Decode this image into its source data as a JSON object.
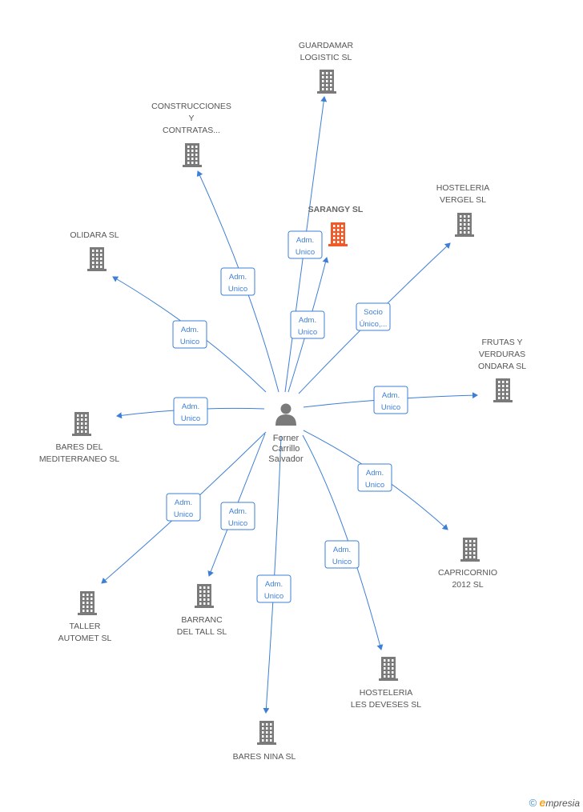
{
  "colors": {
    "edge": "#3d7fd6",
    "building": "#7a7a7a",
    "building_highlight": "#f05a28",
    "person": "#7a7a7a"
  },
  "center": {
    "icon": "person-icon",
    "label_lines": [
      "Forner",
      "Carrillo",
      "Salvador"
    ]
  },
  "nodes": [
    {
      "id": "guardamar",
      "label_lines": [
        "GUARDAMAR",
        "LOGISTIC SL"
      ],
      "icon": "building-icon",
      "highlight": false,
      "edge_label": [
        "Adm.",
        "Unico"
      ]
    },
    {
      "id": "construcciones",
      "label_lines": [
        "CONSTRUCCIONES",
        "Y",
        "CONTRATAS..."
      ],
      "icon": "building-icon",
      "highlight": false,
      "edge_label": [
        "Adm.",
        "Unico"
      ]
    },
    {
      "id": "sarangy",
      "label_lines": [
        "SARANGY SL"
      ],
      "icon": "building-icon",
      "highlight": true,
      "edge_label": [
        "Adm.",
        "Unico"
      ]
    },
    {
      "id": "hosteleria-vergel",
      "label_lines": [
        "HOSTELERIA",
        "VERGEL SL"
      ],
      "icon": "building-icon",
      "highlight": false,
      "edge_label": [
        "Socio",
        "Único,..."
      ]
    },
    {
      "id": "olidara",
      "label_lines": [
        "OLIDARA SL"
      ],
      "icon": "building-icon",
      "highlight": false,
      "edge_label": [
        "Adm.",
        "Unico"
      ]
    },
    {
      "id": "frutas",
      "label_lines": [
        "FRUTAS Y",
        "VERDURAS",
        "ONDARA SL"
      ],
      "icon": "building-icon",
      "highlight": false,
      "edge_label": [
        "Adm.",
        "Unico"
      ]
    },
    {
      "id": "bares-mediterraneo",
      "label_lines": [
        "BARES DEL",
        "MEDITERRANEO SL"
      ],
      "icon": "building-icon",
      "highlight": false,
      "edge_label": [
        "Adm.",
        "Unico"
      ]
    },
    {
      "id": "capricornio",
      "label_lines": [
        "CAPRICORNIO",
        "2012 SL"
      ],
      "icon": "building-icon",
      "highlight": false,
      "edge_label": [
        "Adm.",
        "Unico"
      ]
    },
    {
      "id": "taller",
      "label_lines": [
        "TALLER",
        "AUTOMET SL"
      ],
      "icon": "building-icon",
      "highlight": false,
      "edge_label": [
        "Adm.",
        "Unico"
      ]
    },
    {
      "id": "barranc",
      "label_lines": [
        "BARRANC",
        "DEL TALL SL"
      ],
      "icon": "building-icon",
      "highlight": false,
      "edge_label": [
        "Adm.",
        "Unico"
      ]
    },
    {
      "id": "hosteleria-deveses",
      "label_lines": [
        "HOSTELERIA",
        "LES DEVESES SL"
      ],
      "icon": "building-icon",
      "highlight": false,
      "edge_label": [
        "Adm.",
        "Unico"
      ]
    },
    {
      "id": "bares-nina",
      "label_lines": [
        "BARES NINA SL"
      ],
      "icon": "building-icon",
      "highlight": false,
      "edge_label": [
        "Adm.",
        "Unico"
      ]
    }
  ],
  "footer": {
    "copyright": "©",
    "brand_initial": "e",
    "brand_rest": "mpresia"
  }
}
